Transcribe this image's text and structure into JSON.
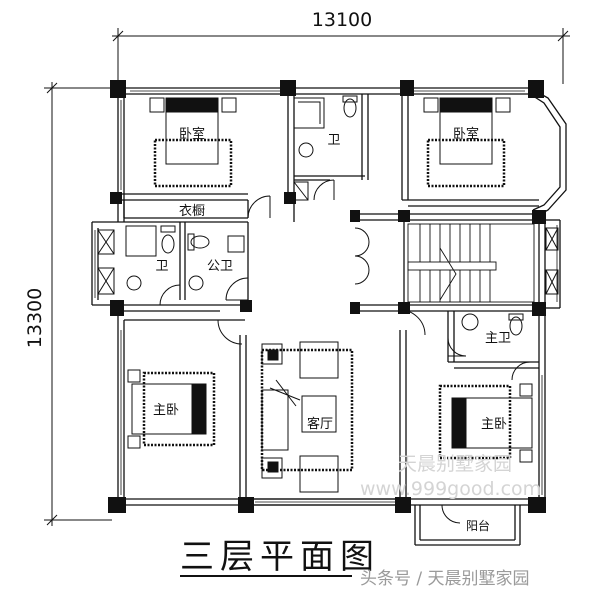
{
  "plan": {
    "dim_width": "13100",
    "dim_height": "13300",
    "title": "三层平面图",
    "rooms": {
      "bedroom_tl": "卧室",
      "bedroom_tr": "卧室",
      "bath_top": "卫",
      "wardrobe": "衣橱",
      "bath_left": "卫",
      "public_bath": "公卫",
      "master_bath": "主卫",
      "master_bed_left": "主卧",
      "living_room": "客厅",
      "master_bed_right": "主卧",
      "balcony": "阳台"
    }
  },
  "watermark": {
    "name": "天晨别墅家园",
    "url": "www.999good.com",
    "credit": "头条号 / 天晨别墅家园"
  }
}
